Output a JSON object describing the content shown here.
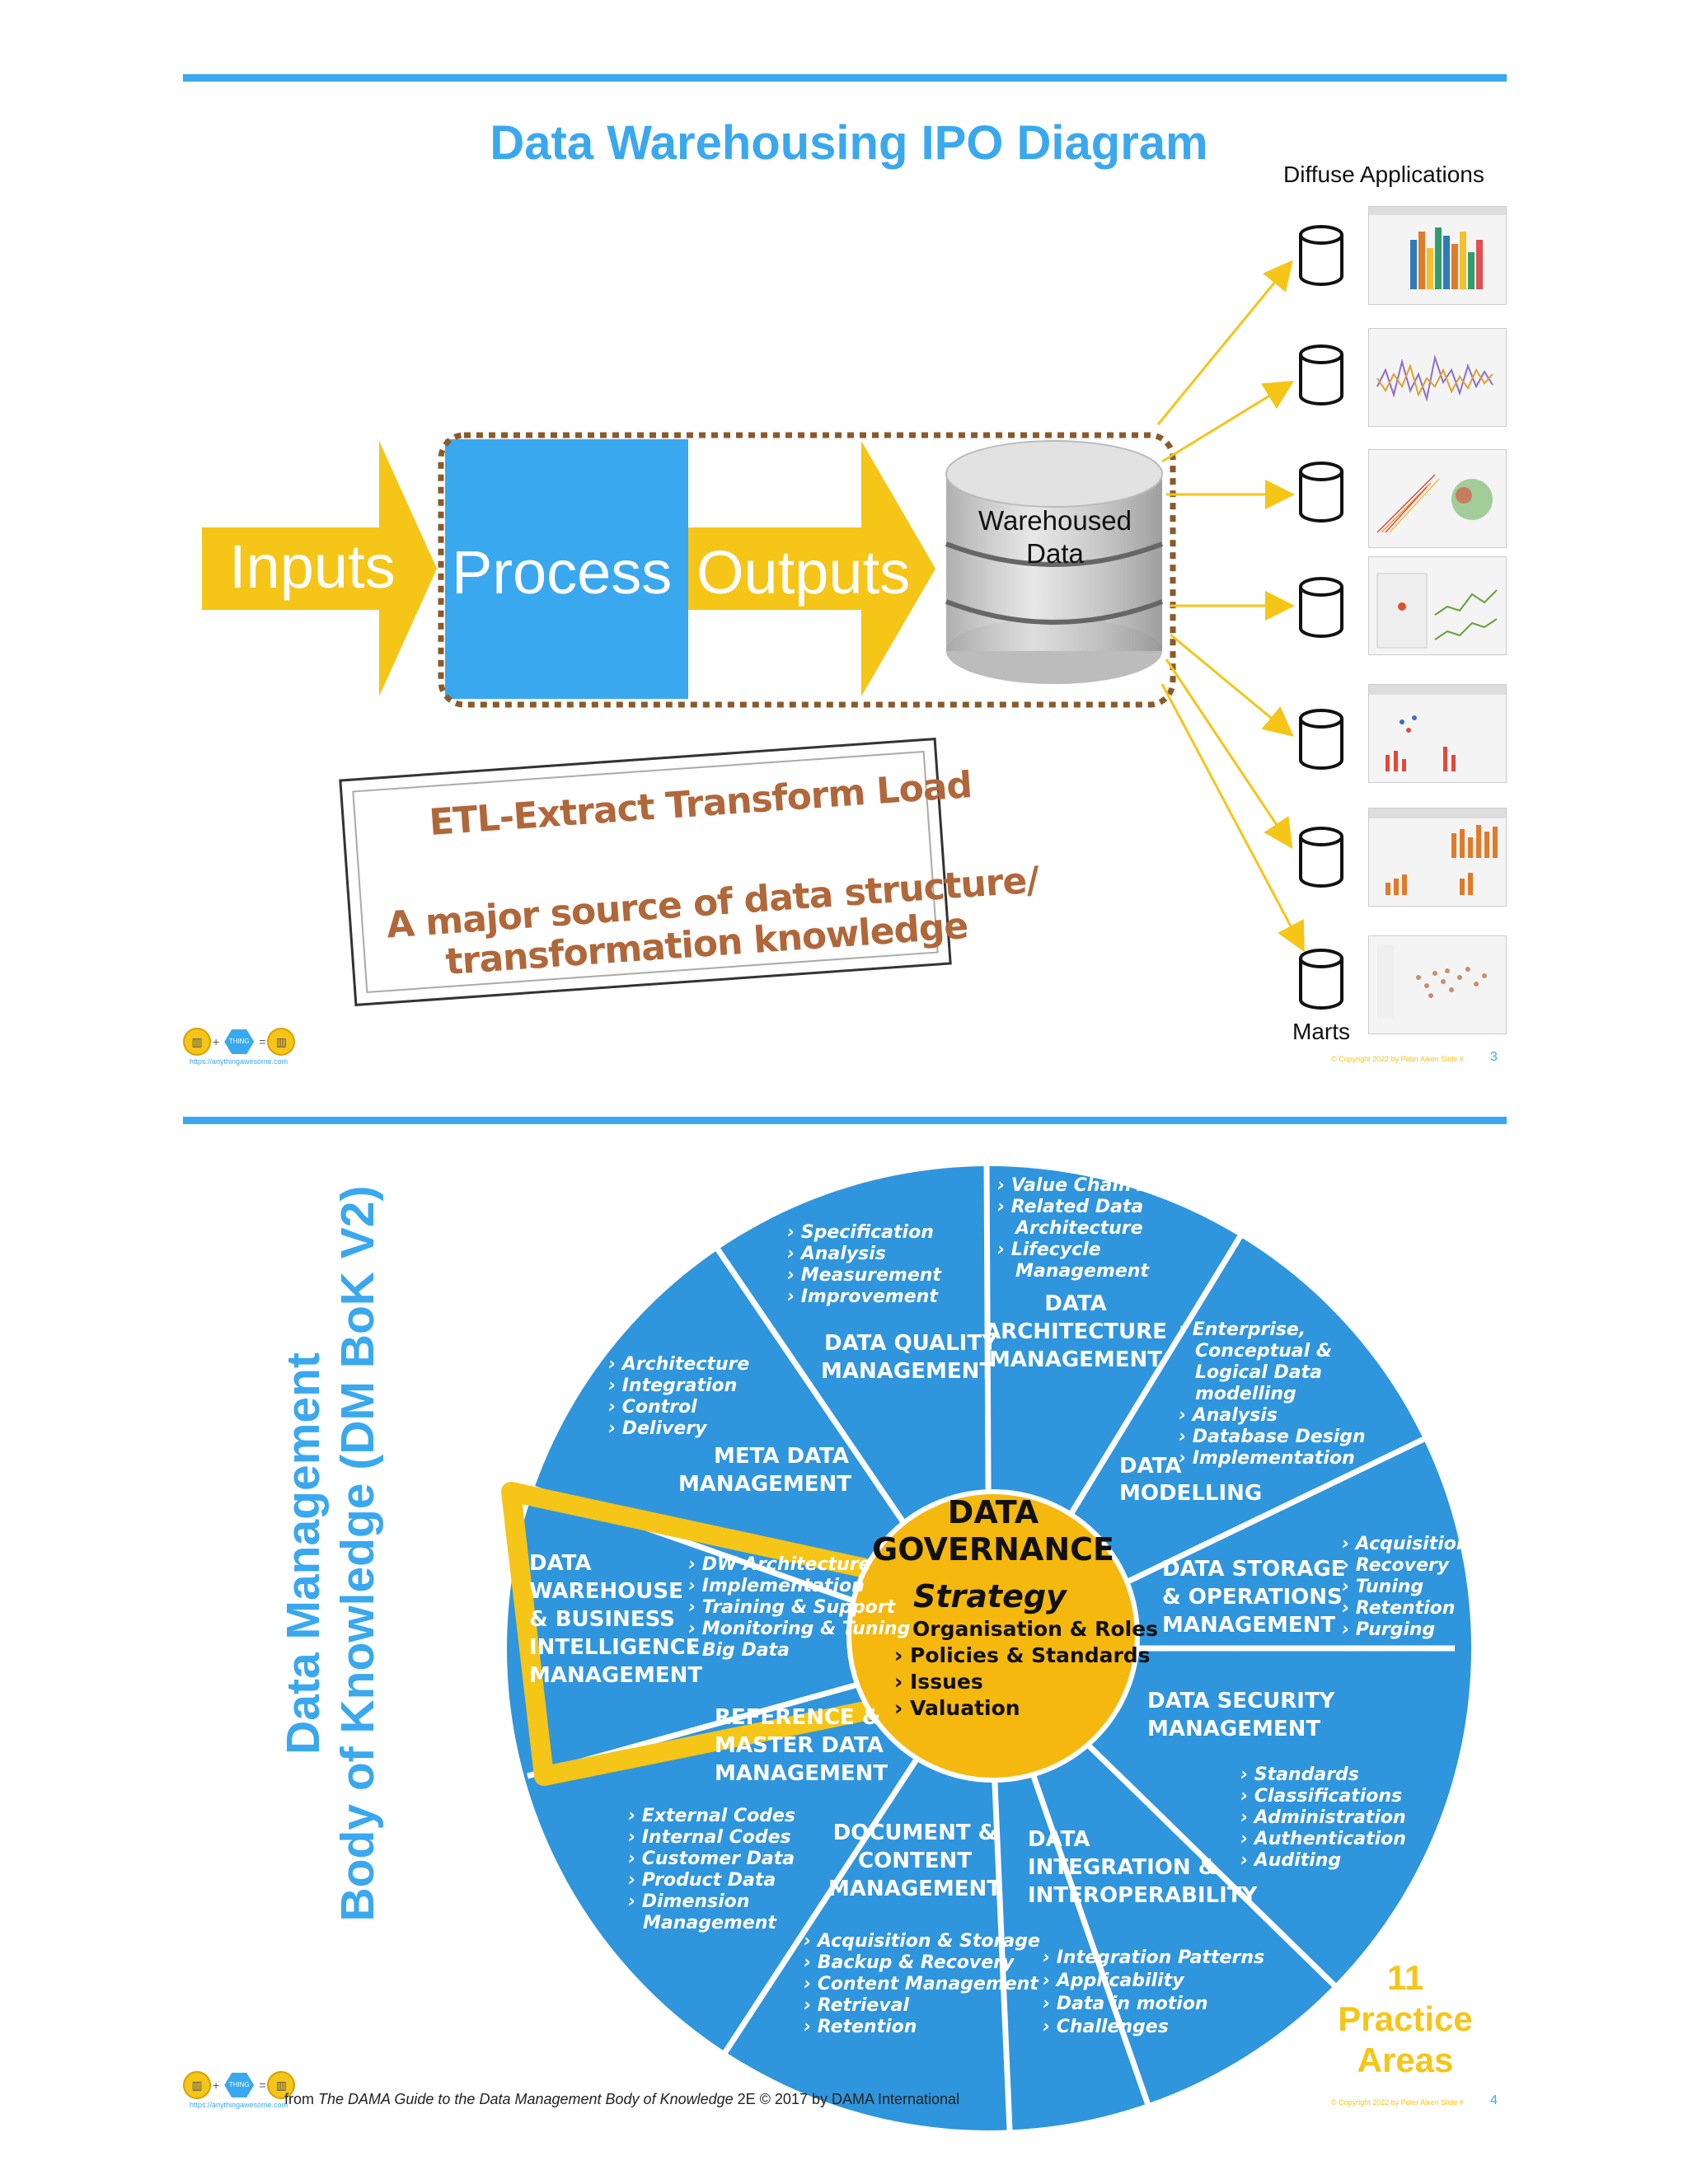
{
  "slide1": {
    "title": "Data Warehousing IPO Diagram",
    "diffuse_label": "Diffuse Applications",
    "inputs": "Inputs",
    "process": "Process",
    "outputs": "Outputs",
    "warehoused_line1": "Warehoused",
    "warehoused_line2": "Data",
    "etl_line1": "ETL-Extract Transform Load",
    "etl_line2": "A major source of data structure/",
    "etl_line3": "transformation knowledge",
    "marts_label": "Marts",
    "logo_url": "https://anythingawesome.com",
    "copyright": "© Copyright   2022   by Peter Aiken   Slide #",
    "page_number": "3"
  },
  "slide2": {
    "vertical_line1": "Data Management",
    "vertical_line2": "Body of Knowledge (DM BoK V2)",
    "governance": {
      "title1": "DATA",
      "title2": "GOVERNANCE",
      "strategy": "Strategy",
      "items": [
        "Organisation & Roles",
        "› Policies & Standards",
        "› Issues",
        "› Valuation"
      ]
    },
    "segments": {
      "quality": {
        "label": [
          "DATA QUALITY",
          "MANAGEMENT"
        ],
        "items": [
          "› Specification",
          "› Analysis",
          "› Measurement",
          "› Improvement"
        ]
      },
      "architecture": {
        "label": [
          "DATA",
          "ARCHITECTURE",
          "MANAGEMENT"
        ],
        "items": [
          "› Value Chain Analysis",
          "› Related Data",
          "Architecture",
          "› Lifecycle",
          "Management"
        ]
      },
      "modelling": {
        "label": [
          "DATA",
          "MODELLING"
        ],
        "items": [
          "› Enterprise,",
          "Conceptual &",
          "Logical Data",
          "modelling",
          "› Analysis",
          "› Database Design",
          "› Implementation"
        ]
      },
      "storage": {
        "label": [
          "DATA STORAGE",
          "& OPERATIONS",
          "MANAGEMENT"
        ],
        "items": [
          "› Acquisition",
          "› Recovery",
          "› Tuning",
          "› Retention",
          "› Purging"
        ]
      },
      "security": {
        "label": [
          "DATA SECURITY",
          "MANAGEMENT"
        ],
        "items": [
          "› Standards",
          "› Classifications",
          "› Administration",
          "› Authentication",
          "› Auditing"
        ]
      },
      "integration": {
        "label": [
          "DATA",
          "INTEGRATION &",
          "INTEROPERABILITY"
        ],
        "items": [
          "› Integration Patterns",
          "› Applicability",
          "› Data in motion",
          "› Challenges"
        ]
      },
      "document": {
        "label": [
          "DOCUMENT &",
          "CONTENT",
          "MANAGEMENT"
        ],
        "items": [
          "› Acquisition & Storage",
          "› Backup & Recovery",
          "› Content Management",
          "› Retrieval",
          "› Retention"
        ]
      },
      "reference": {
        "label": [
          "REFERENCE &",
          "MASTER DATA",
          "MANAGEMENT"
        ],
        "items": [
          "› External Codes",
          "› Internal Codes",
          "› Customer Data",
          "› Product Data",
          "› Dimension",
          "Management"
        ]
      },
      "warehouse": {
        "label": [
          "DATA",
          "WAREHOUSE",
          "& BUSINESS",
          "INTELLIGENCE",
          "MANAGEMENT"
        ],
        "items": [
          "› DW Architecture",
          "› Implementation",
          "› Training & Support",
          "› Monitoring & Tuning",
          "› Big Data"
        ]
      },
      "meta": {
        "label": [
          "META DATA",
          "MANAGEMENT"
        ],
        "items": [
          "› Architecture",
          "› Integration",
          "› Control",
          "› Delivery"
        ]
      }
    },
    "practice_areas": [
      "11",
      "Practice",
      "Areas"
    ],
    "source_prefix": "from ",
    "source_title": "The DAMA Guide to the Data Management Body of Knowledge",
    "source_suffix": " 2E © 2017 by DAMA International",
    "logo_url": "https://anythingawesome.com",
    "copyright": "© Copyright   2022   by Peter Aiken   Slide #",
    "page_number": "4"
  },
  "colors": {
    "accent_blue": "#3aa8ee",
    "arrow_yellow": "#f5c518",
    "wheel_blue": "#2f95dd",
    "etl_brown": "#b0673a"
  }
}
